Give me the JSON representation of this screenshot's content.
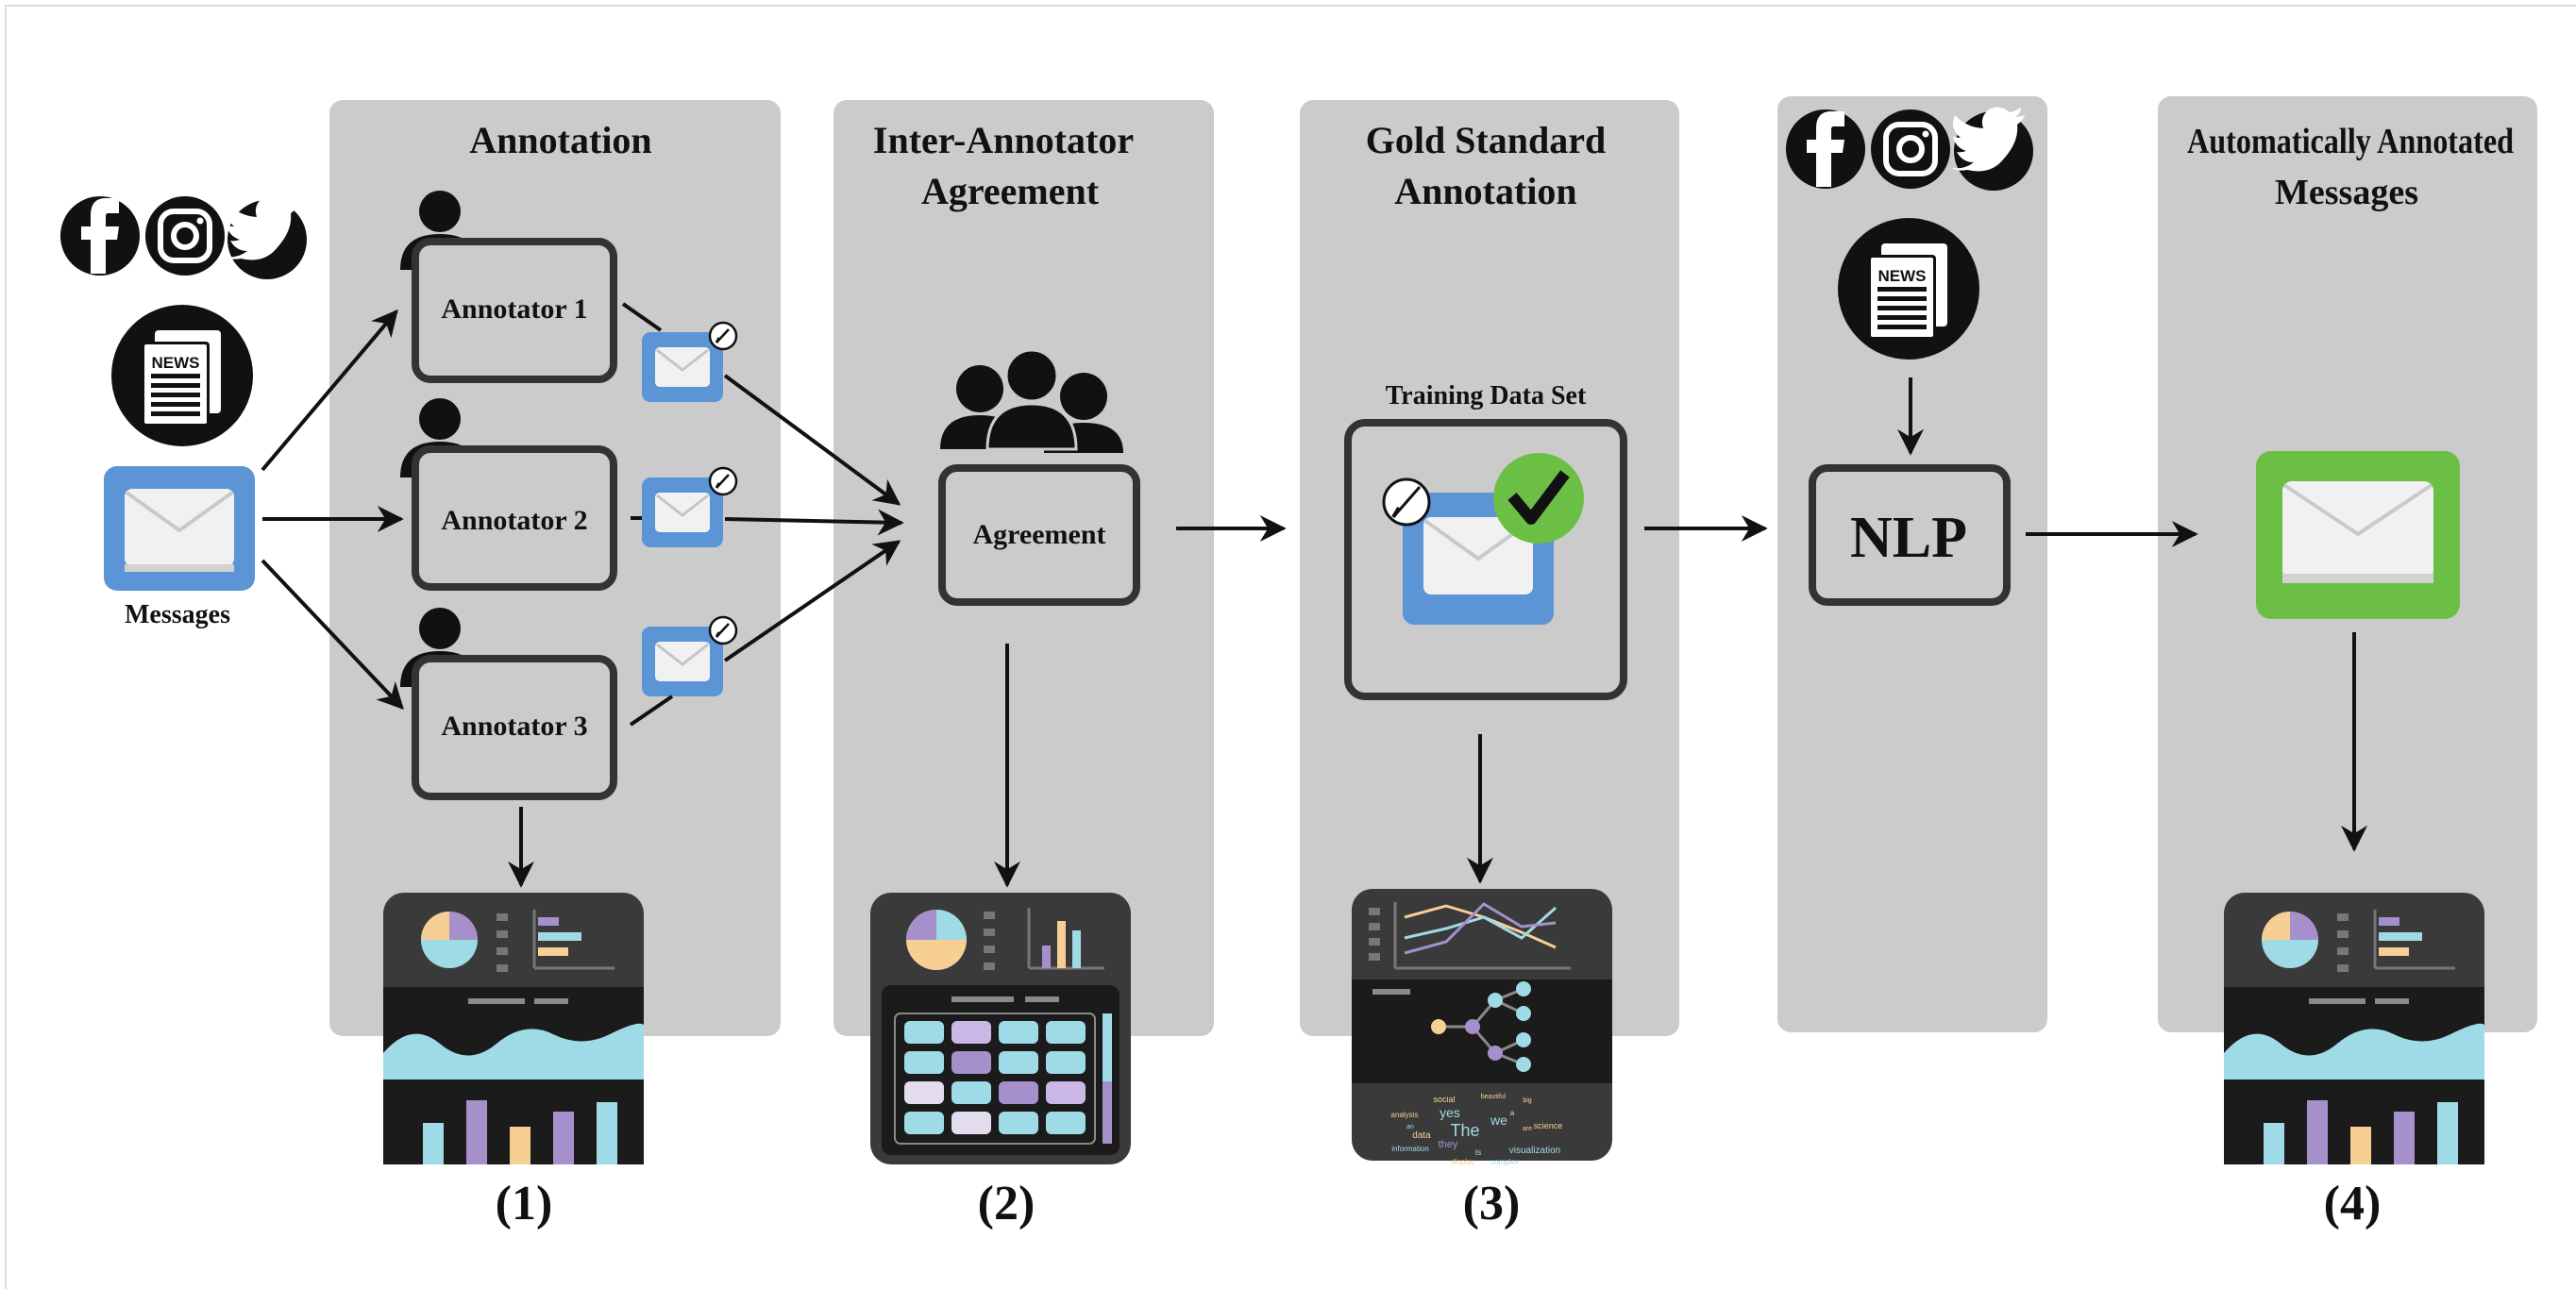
{
  "panels": {
    "annotation_title": "Annotation",
    "iaa_title_line1": "Inter-Annotator",
    "iaa_title_line2": "Agreement",
    "gold_title_line1": "Gold Standard",
    "gold_title_line2": "Annotation",
    "auto_title_line1": "Automatically Annotated",
    "auto_title_line2": "Messages"
  },
  "input": {
    "messages_label": "Messages",
    "news_label": "NEWS"
  },
  "annotators": [
    "Annotator 1",
    "Annotator 2",
    "Annotator 3"
  ],
  "agreement_label": "Agreement",
  "training_label": "Training Data Set",
  "nlp_label": "NLP",
  "step_labels": [
    "(1)",
    "(2)",
    "(3)",
    "(4)"
  ],
  "wordcloud": [
    "social",
    "yes",
    "beautiful",
    "big",
    "analysis",
    "we",
    "an",
    "are",
    "a",
    "science",
    "data",
    "The",
    "they",
    "information",
    "is",
    "visualization",
    "display",
    "complex"
  ],
  "colors": {
    "panel_bg": "#cbcbcb",
    "mail_blue": "#5b95d6",
    "mail_green": "#6cbf45",
    "dashboard_dark": "#3a3a3a",
    "chart_cyan": "#9fdbe6",
    "chart_purple": "#a690cc",
    "chart_orange": "#f7cf95"
  },
  "icons": [
    "facebook-icon",
    "instagram-icon",
    "twitter-icon",
    "news-icon",
    "mail-icon",
    "person-icon",
    "group-icon",
    "pencil-icon",
    "check-icon",
    "dashboard-icon"
  ]
}
